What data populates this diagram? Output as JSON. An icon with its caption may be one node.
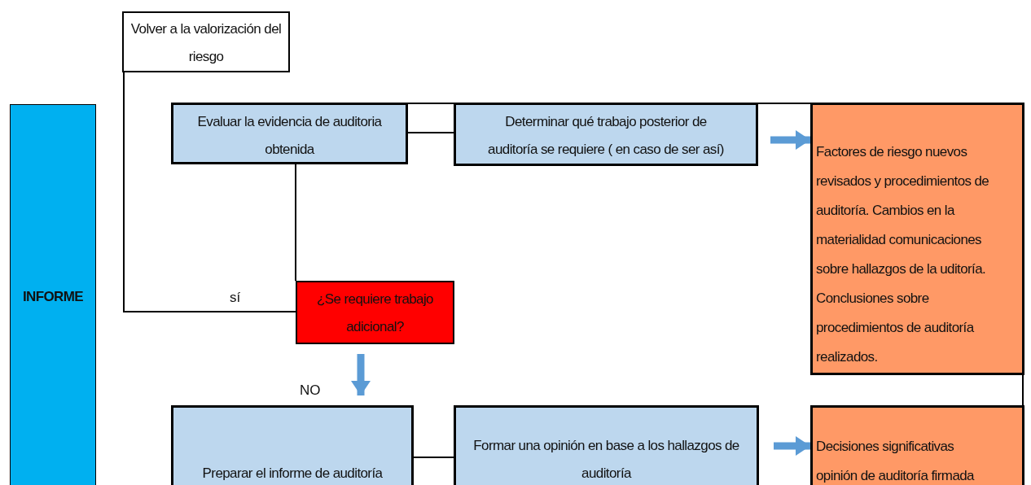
{
  "diagram": {
    "nodes": [
      {
        "text": [
          "Volver a la valorización del riesgo"
        ]
      },
      {
        "text": [
          "INFORME"
        ]
      },
      {
        "text": [
          "Evaluar la evidencia de auditoria obtenida"
        ]
      },
      {
        "text": [
          "Determinar qué trabajo posterior de auditoría se requiere ( en caso de ser así)"
        ]
      },
      {
        "text": [
          "Factores de riesgo nuevos revisados y procedimientos de auditoría. Cambios en la materialidad comunicaciones sobre hallazgos de la uditoría. Conclusiones sobre procedimientos de auditoría realizados."
        ]
      },
      {
        "text": [
          "¿Se requiere trabajo adicional?"
        ]
      },
      {
        "text": [
          "Preparar el informe de auditoría"
        ]
      },
      {
        "text": [
          "Formar una opinión en base a los hallazgos de auditoría"
        ]
      },
      {
        "text": [
          "Decisiones significativas opinión de auditoría firmada"
        ]
      }
    ],
    "edges": [
      {
        "from": 2,
        "to": 3,
        "arrow": "none"
      },
      {
        "from": 2,
        "to": 3,
        "arrow": "none"
      },
      {
        "from": 3,
        "to": 4,
        "arrow": "none"
      },
      {
        "from": 3,
        "to": 4,
        "arrow": "to",
        "style": "thick",
        "color": "#5b9bd5"
      },
      {
        "from": 2,
        "to": 5,
        "arrow": "none"
      },
      {
        "from": 5,
        "to": 0,
        "arrow": "none",
        "label": "sí"
      },
      {
        "from": 5,
        "to": 6,
        "arrow": "to",
        "label": "NO",
        "style": "thick",
        "color": "#5b9bd5"
      },
      {
        "from": 6,
        "to": 7,
        "arrow": "none"
      },
      {
        "from": 7,
        "to": 8,
        "arrow": "to",
        "style": "thick",
        "color": "#5b9bd5"
      },
      {
        "from": 4,
        "to": 8,
        "arrow": "none"
      }
    ]
  }
}
